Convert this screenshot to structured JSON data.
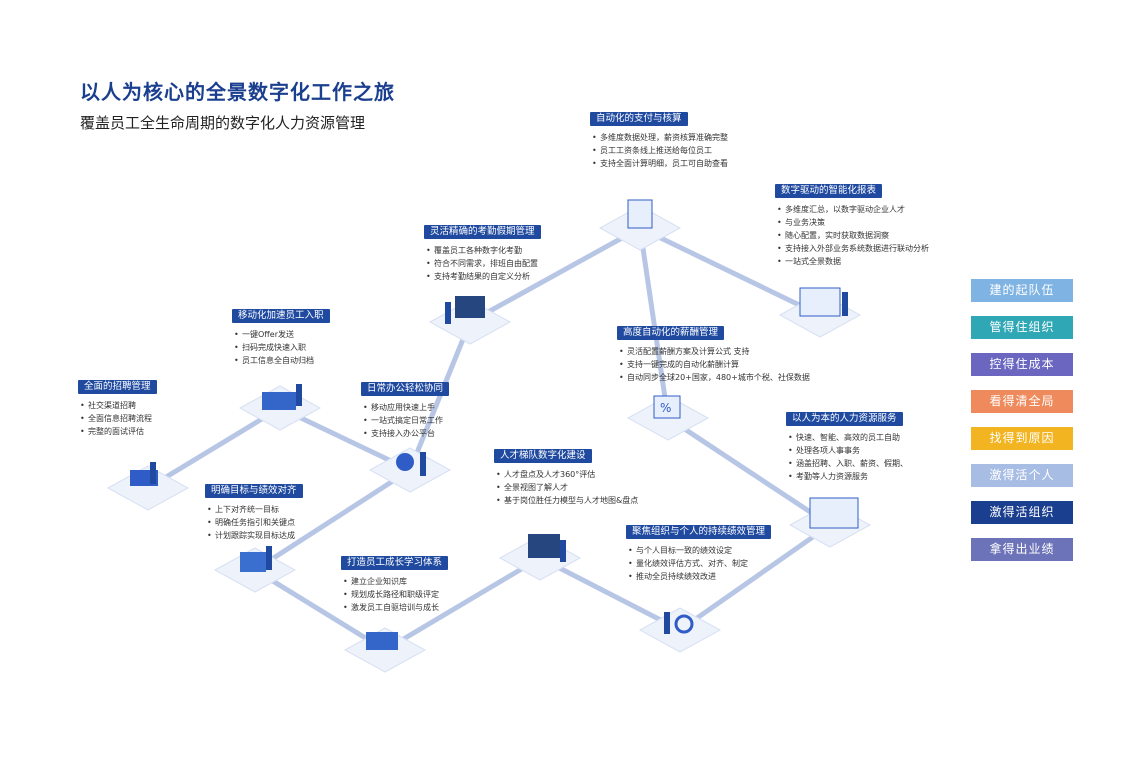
{
  "title": "以人为核心的全景数字化工作之旅",
  "subtitle": "覆盖员工全生命周期的数字化人力资源管理",
  "stations": [
    {
      "title": "全面的招聘管理",
      "items": [
        "社交渠道招聘",
        "全面信息招聘流程",
        "完整的面试评估"
      ]
    },
    {
      "title": "移动化加速员工入职",
      "items": [
        "一键Offer发送",
        "扫码完成快速入职",
        "员工信息全自动归档"
      ]
    },
    {
      "title": "明确目标与绩效对齐",
      "items": [
        "上下对齐统一目标",
        "明确任务指引和关键点",
        "计划跟踪实现目标达成"
      ]
    },
    {
      "title": "日常办公轻松协同",
      "items": [
        "移动应用快速上手",
        "一站式搞定日常工作",
        "支持接入办公平台"
      ]
    },
    {
      "title": "打造员工成长学习体系",
      "items": [
        "建立企业知识库",
        "规划成长路径和职级评定",
        "激发员工自驱培训与成长"
      ]
    },
    {
      "title": "人才梯队数字化建设",
      "items": [
        "人才盘点及人才360°评估",
        "全景视图了解人才",
        "基于岗位胜任力模型与人才地图&盘点"
      ]
    },
    {
      "title": "灵活精确的考勤假期管理",
      "items": [
        "覆盖员工各种数字化考勤",
        "符合不同需求，排班自由配置",
        "支持考勤结果的自定义分析"
      ]
    },
    {
      "title": "高度自动化的薪酬管理",
      "items": [
        "灵活配置薪酬方案及计算公式 支持",
        "支持一键完成的自动化薪酬计算",
        "自动同步全球20+国家，480+城市个税、社保数据"
      ]
    },
    {
      "title": "自动化的支付与核算",
      "items": [
        "多维度数据处理，薪资核算准确完整",
        "员工工资条线上推送给每位员工",
        "支持全面计算明细，员工可自助查看"
      ]
    },
    {
      "title": "数字驱动的智能化报表",
      "items": [
        "多维度汇总，以数字驱动企业人才",
        "与业务决策",
        "随心配置，实时获取数据洞察",
        "支持接入外部业务系统数据进行联动分析",
        "一站式全景数据"
      ]
    },
    {
      "title": "聚焦组织与个人的持续绩效管理",
      "items": [
        "与个人目标一致的绩效设定",
        "量化绩效评估方式、对齐、制定",
        "推动全员持续绩效改进"
      ]
    },
    {
      "title": "以人为本的人力资源服务",
      "items": [
        "快速、智能、高效的员工自助",
        "处理各项人事事务",
        "涵盖招聘、入职、薪资、假期、",
        "考勤等人力资源服务"
      ]
    }
  ],
  "legend": [
    {
      "label": "建的起队伍",
      "color": "#7fb3e3"
    },
    {
      "label": "管得住组织",
      "color": "#2fa7b5"
    },
    {
      "label": "控得住成本",
      "color": "#6b67c0"
    },
    {
      "label": "看得清全局",
      "color": "#ee8a5b"
    },
    {
      "label": "找得到原因",
      "color": "#f2b420"
    },
    {
      "label": "激得活个人",
      "color": "#a8bde4"
    },
    {
      "label": "激得活组织",
      "color": "#1b3f8f"
    },
    {
      "label": "拿得出业绩",
      "color": "#6c73b8"
    }
  ]
}
